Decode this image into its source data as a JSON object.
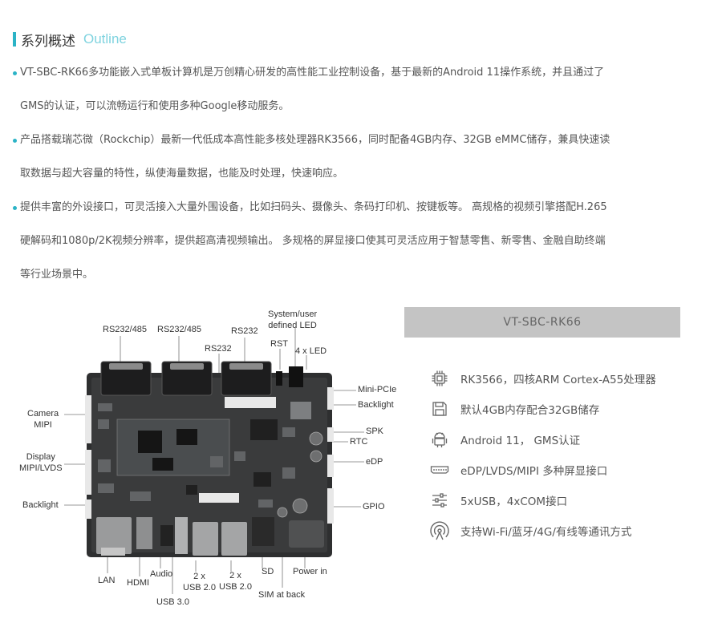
{
  "section": {
    "title_cn": "系列概述",
    "title_en": "Outline"
  },
  "paragraphs": [
    {
      "lines": [
        "VT-SBC-RK66多功能嵌入式单板计算机是万创精心研发的高性能工业控制设备，基于最新的Android 11操作系统，并且通过了",
        "GMS的认证，可以流畅运行和使用多种Google移动服务。"
      ]
    },
    {
      "lines": [
        "产品搭载瑞芯微（Rockchip）最新一代低成本高性能多核处理器RK3566，同时配备4GB内存、32GB eMMC储存，兼具快速读",
        "取数据与超大容量的特性，纵使海量数据，也能及时处理，快速响应。"
      ]
    },
    {
      "lines": [
        "提供丰富的外设接口，可灵活接入大量外围设备，比如扫码头、摄像头、条码打印机、按键板等。 高规格的视频引擎搭配H.265",
        "硬解码和1080p/2K视频分辨率，提供超高清视频输出。 多规格的屏显接口使其可灵活应用于智慧零售、新零售、金融自助终端",
        "等行业场景中。"
      ]
    }
  ],
  "board": {
    "labels": {
      "rs232_485_a": "RS232/485",
      "rs232_485_b": "RS232/485",
      "rs232_a": "RS232",
      "rs232_b": "RS232",
      "sys_led_1": "System/user",
      "sys_led_2": "defined LED",
      "rst": "RST",
      "led4": "4 x LED",
      "mini_pcie": "Mini-PCIe",
      "backlight_r": "Backlight",
      "spk": "SPK",
      "rtc": "RTC",
      "edp": "eDP",
      "gpio": "GPIO",
      "camera_1": "Camera",
      "camera_2": "MIPI",
      "display_1": "Display",
      "display_2": "MIPI/LVDS",
      "backlight_l": "Backlight",
      "lan": "LAN",
      "hdmi": "HDMI",
      "audio": "Audio",
      "usb30": "USB 3.0",
      "usb20a_1": "2 x",
      "usb20a_2": "USB 2.0",
      "usb20b_1": "2 x",
      "usb20b_2": "USB 2.0",
      "sd": "SD",
      "sim": "SIM at back",
      "power": "Power in"
    }
  },
  "model": "VT-SBC-RK66",
  "features": [
    {
      "icon": "cpu-chip-icon",
      "text": "RK3566，四核ARM Cortex-A55处理器"
    },
    {
      "icon": "floppy-disk-icon",
      "text": "默认4GB内存配合32GB储存"
    },
    {
      "icon": "android-icon",
      "text": "Android 11， GMS认证"
    },
    {
      "icon": "display-port-icon",
      "text": "eDP/LVDS/MIPI 多种屏显接口"
    },
    {
      "icon": "usb-sliders-icon",
      "text": "5xUSB，4xCOM接口"
    },
    {
      "icon": "wifi-signal-icon",
      "text": "支持Wi-Fi/蓝牙/4G/有线等通讯方式"
    }
  ]
}
